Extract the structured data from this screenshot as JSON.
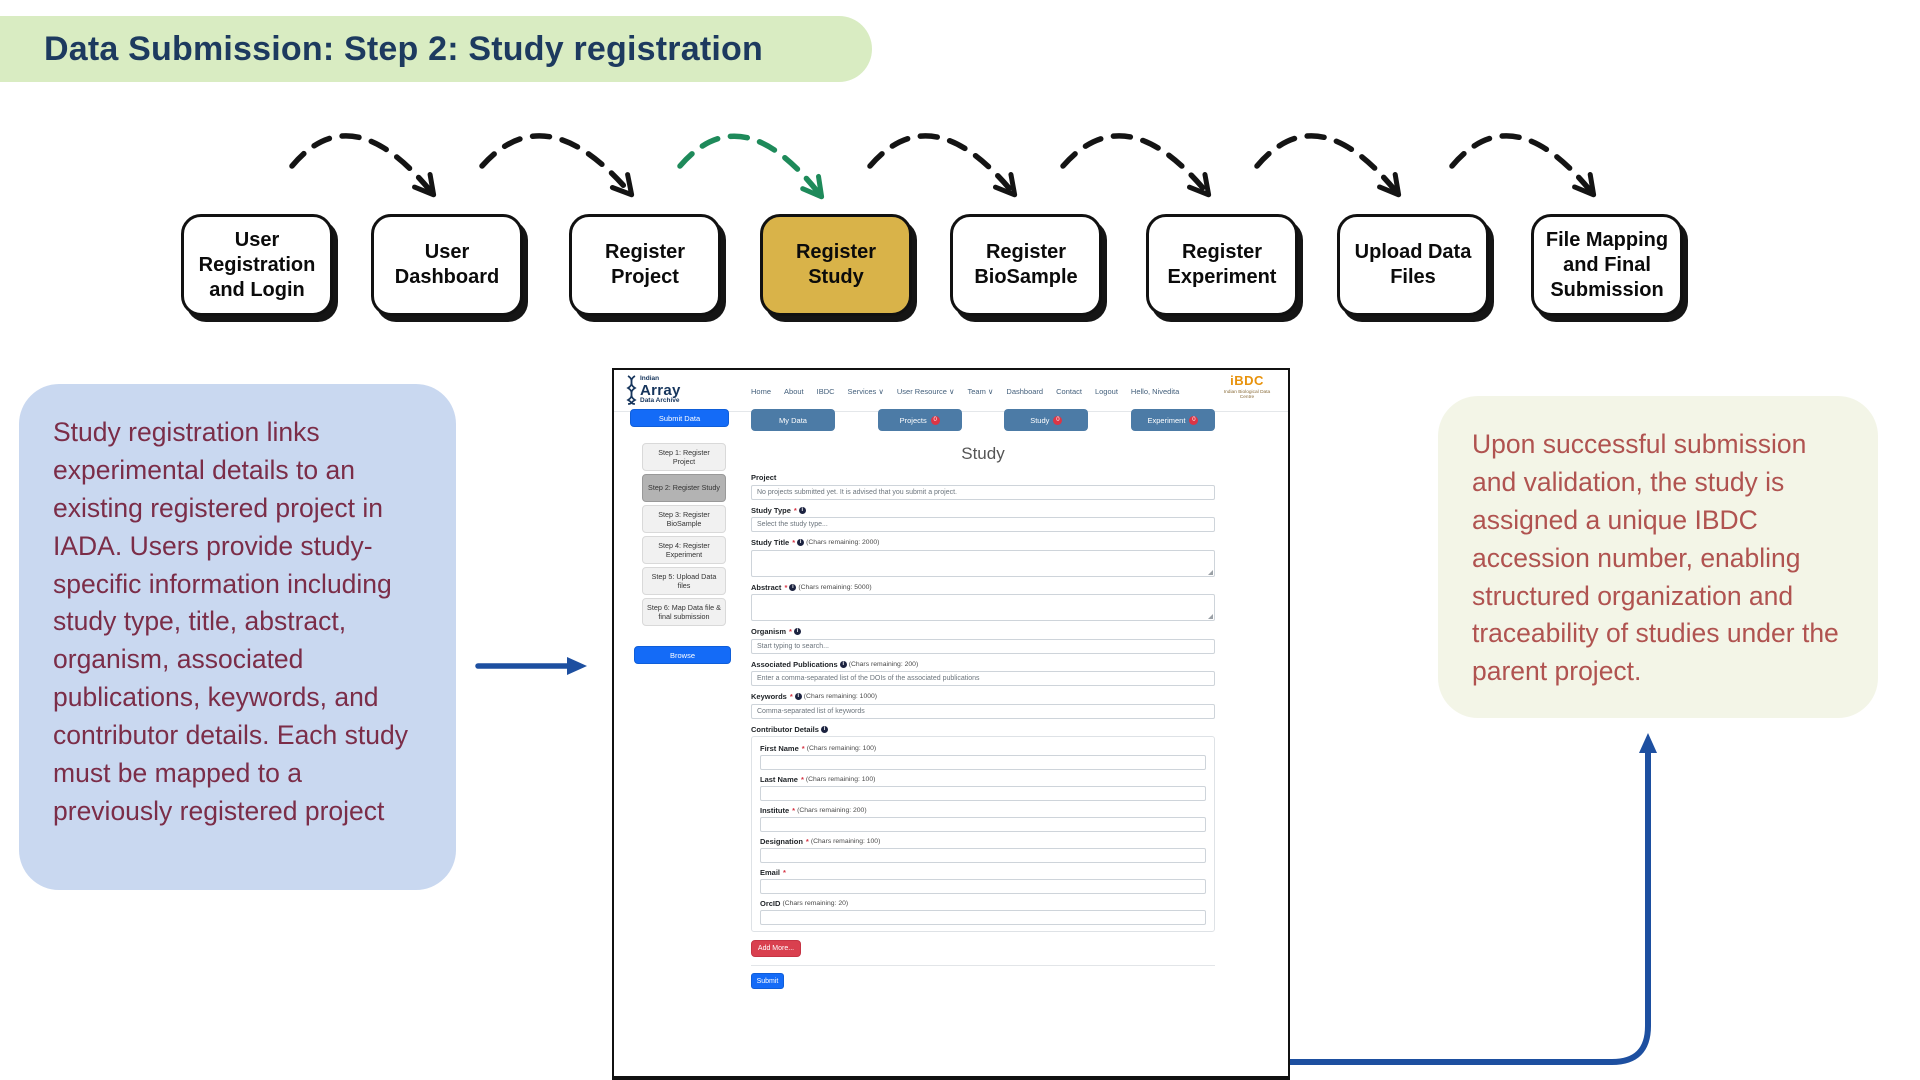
{
  "page": {
    "title": "Data Submission: Step 2: Study registration"
  },
  "flow": {
    "steps": [
      {
        "label": "User Registration and Login"
      },
      {
        "label": "User Dashboard"
      },
      {
        "label": "Register Project"
      },
      {
        "label": "Register Study"
      },
      {
        "label": "Register BioSample"
      },
      {
        "label": "Register Experiment"
      },
      {
        "label": "Upload Data Files"
      },
      {
        "label": "File Mapping and Final Submission"
      }
    ],
    "active_index": 3
  },
  "callout_left": {
    "text": "Study registration links experimental details to an existing registered project in IADA. Users provide study-specific information including study type, title, abstract, organism, associated publications, keywords, and contributor details. Each study must be mapped to a previously registered project"
  },
  "callout_right": {
    "text": "Upon successful submission and validation, the study is assigned a unique IBDC accession number, enabling structured organization and traceability of studies under the parent project."
  },
  "app": {
    "brand": {
      "top": "Indian",
      "main": "Array",
      "bottom": "Data Archive"
    },
    "nav": [
      "Home",
      "About",
      "IBDC",
      "Services ∨",
      "User Resource ∨",
      "Team ∨",
      "Dashboard",
      "Contact",
      "Logout",
      "Hello, Nivedita"
    ],
    "logo_right": {
      "text": "iBDC",
      "caption": "Indian Biological Data Centre"
    },
    "sidebar": {
      "submit": "Submit Data",
      "steps": [
        "Step 1: Register Project",
        "Step 2: Register Study",
        "Step 3: Register BioSample",
        "Step 4: Register Experiment",
        "Step 5: Upload Data files",
        "Step 6: Map Data file & final submission"
      ],
      "active_step_index": 1,
      "browse": "Browse"
    },
    "tabs": [
      {
        "label": "My Data"
      },
      {
        "label": "Projects",
        "badge": "0"
      },
      {
        "label": "Study",
        "badge": "0"
      },
      {
        "label": "Experiment",
        "badge": "0"
      }
    ],
    "form": {
      "heading": "Study",
      "project": {
        "label": "Project",
        "value": "No projects submitted yet. It is advised that you submit a project."
      },
      "study_type": {
        "label": "Study Type",
        "placeholder": "Select the study type..."
      },
      "study_title": {
        "label": "Study Title",
        "meta": "(Chars remaining: 2000)"
      },
      "abstract": {
        "label": "Abstract",
        "meta": "(Chars remaining: 5000)"
      },
      "organism": {
        "label": "Organism",
        "placeholder": "Start typing to search..."
      },
      "associated_publications": {
        "label": "Associated Publications",
        "meta": "(Chars remaining: 200)",
        "placeholder": "Enter a comma-separated list of the DOIs of the associated publications"
      },
      "keywords": {
        "label": "Keywords",
        "meta": "(Chars remaining: 1000)",
        "placeholder": "Comma-separated list of keywords"
      },
      "contributor": {
        "label": "Contributor Details",
        "fields": [
          {
            "label": "First Name",
            "meta": "(Chars remaining: 100)"
          },
          {
            "label": "Last Name",
            "meta": "(Chars remaining: 100)"
          },
          {
            "label": "Institute",
            "meta": "(Chars remaining: 200)"
          },
          {
            "label": "Designation",
            "meta": "(Chars remaining: 100)"
          },
          {
            "label": "Email",
            "meta": ""
          },
          {
            "label": "OrcID",
            "meta": "(Chars remaining: 20)"
          }
        ]
      },
      "add_more": "Add More...",
      "submit": "Submit",
      "required_mark": "*"
    }
  },
  "colors": {
    "title_pill_bg": "#d9ecc2",
    "title_text": "#1d3a5f",
    "active_flow_box": "#d9b349",
    "flow_arrow": "#141414",
    "flow_arrow_active": "#1e8a5a",
    "callout_left_bg": "#c9d8f0",
    "callout_left_text": "#7b2d48",
    "callout_right_bg": "#f3f5e7",
    "callout_right_text": "#b05350",
    "connector_blue": "#1d4fa0",
    "tab_blue": "#4c7ba6",
    "primary_blue": "#146bf7",
    "danger_red": "#d9404f",
    "badge_red": "#dc3545",
    "sidebar_active_bg": "#b3b3b3",
    "brand_navy": "#16355c"
  }
}
